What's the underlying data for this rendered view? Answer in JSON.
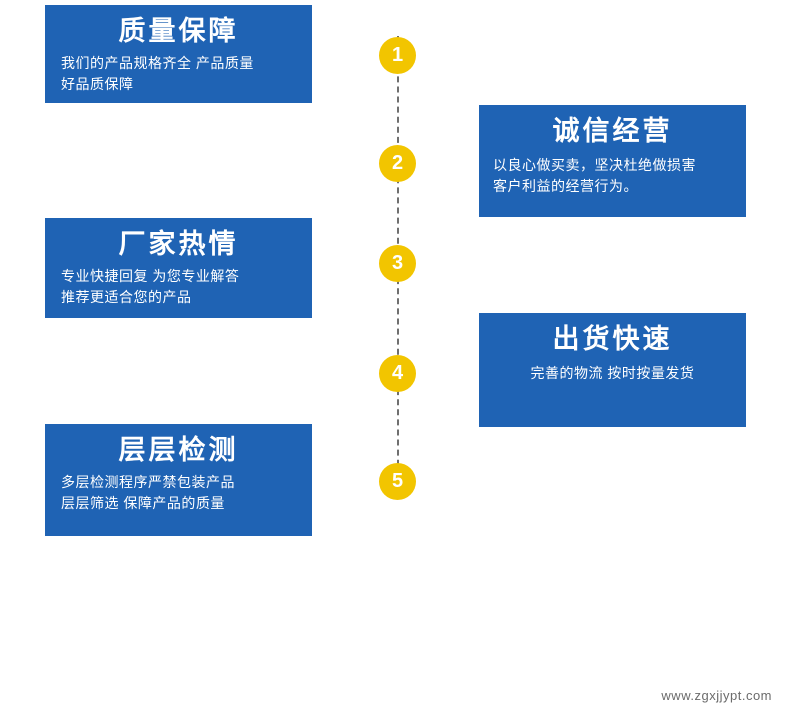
{
  "theme": {
    "card_blue": "#1f63b4",
    "node_yellow": "#f2c500",
    "card_text": "#ffffff",
    "connector_gray": "#6f6f6f",
    "background": "#ffffff"
  },
  "steps": [
    {
      "number": "1"
    },
    {
      "number": "2"
    },
    {
      "number": "3"
    },
    {
      "number": "4"
    },
    {
      "number": "5"
    }
  ],
  "cards": {
    "quality": {
      "title": "质量保障",
      "desc": "我们的产品规格齐全 产品质量\n好品质保障"
    },
    "integrity": {
      "title": "诚信经营",
      "desc": "以良心做买卖，坚决杜绝做损害\n客户利益的经营行为。"
    },
    "factory": {
      "title": "厂家热情",
      "desc": "专业快捷回复 为您专业解答\n推荐更适合您的产品"
    },
    "shipping": {
      "title": "出货快速",
      "desc": "完善的物流 按时按量发货"
    },
    "testing": {
      "title": "层层检测",
      "desc": "多层检测程序严禁包装产品\n层层筛选 保障产品的质量"
    }
  },
  "footer": {
    "url": "www.zgxjjypt.com"
  }
}
